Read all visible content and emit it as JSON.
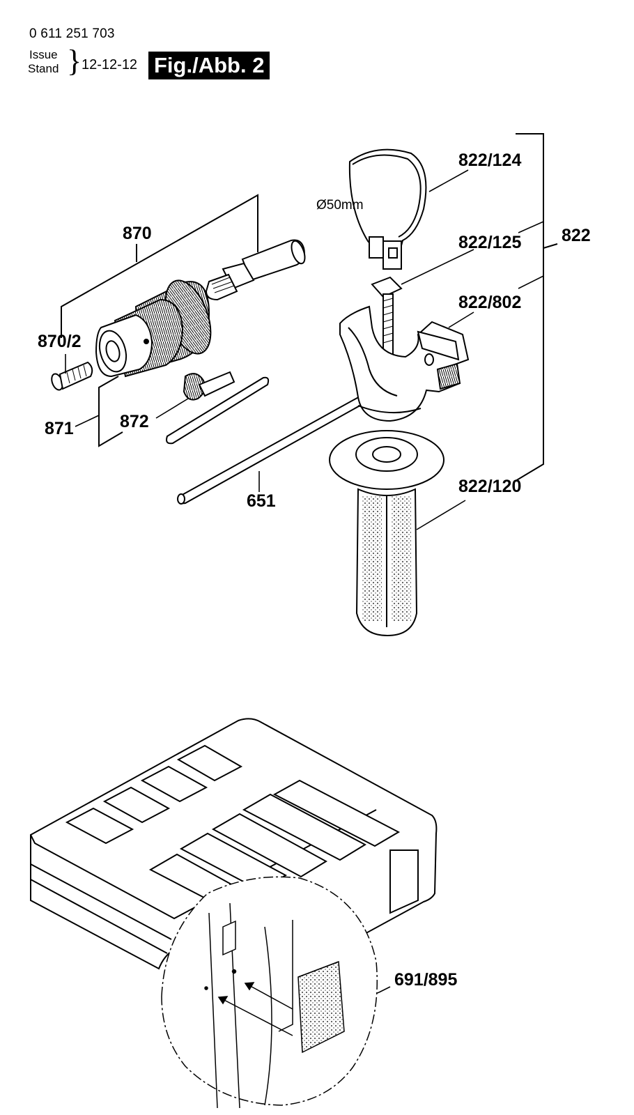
{
  "header": {
    "part_number": "0 611 251 703",
    "issue_label": "Issue",
    "stand_label": "Stand",
    "date": "12-12-12",
    "figure": "Fig./Abb. 2"
  },
  "callouts": {
    "c870": "870",
    "c870_2": "870/2",
    "c871": "871",
    "c872": "872",
    "c651": "651",
    "c822": "822",
    "c822_124": "822/124",
    "c822_125": "822/125",
    "c822_802": "822/802",
    "c822_120": "822/120",
    "c691_895": "691/895"
  },
  "dimension": "Ø50mm"
}
